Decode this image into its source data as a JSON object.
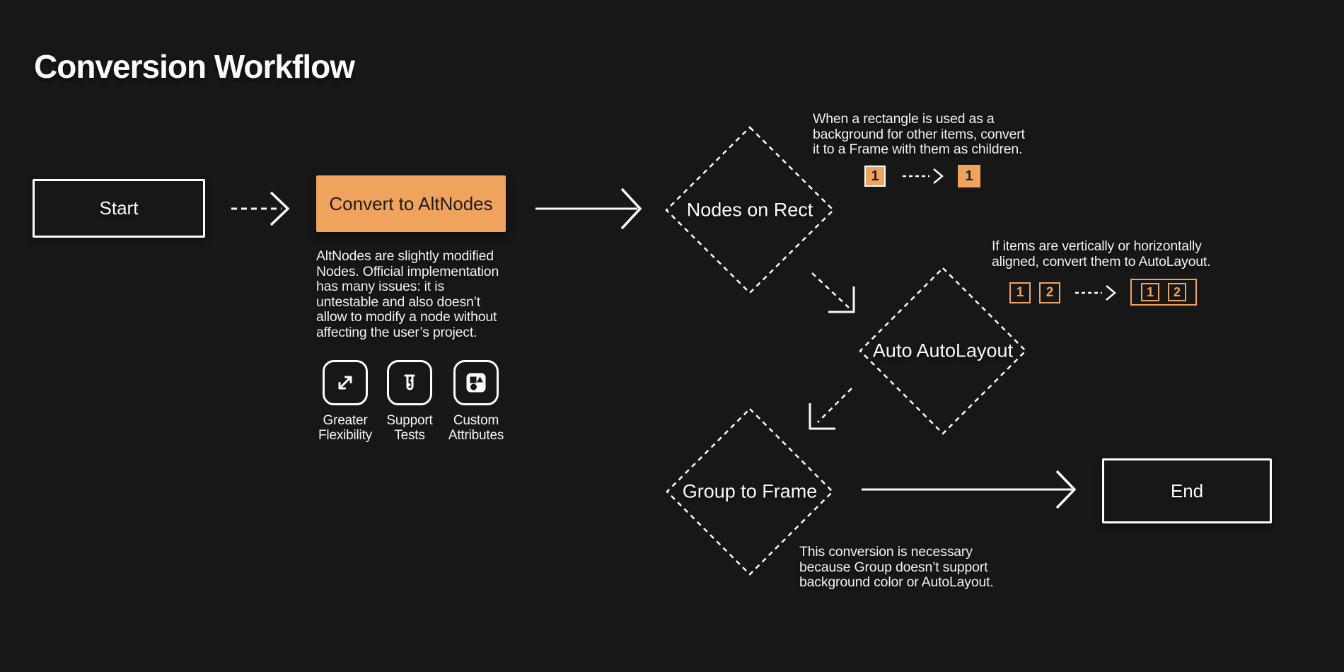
{
  "page": {
    "title": "Conversion Workflow",
    "colors": {
      "background": "#171717",
      "accent_orange": "#F0A35C",
      "text_light": "#F5F5F5",
      "text_dark": "#1D1D1D",
      "stroke_white": "#FAFAFA"
    }
  },
  "nodes": {
    "start": {
      "label": "Start"
    },
    "convert_to_altnodes": {
      "label": "Convert to AltNodes"
    },
    "nodes_on_rect": {
      "label": "Nodes on Rect"
    },
    "auto_autolayout": {
      "label": "Auto AutoLayout"
    },
    "group_to_frame": {
      "label": "Group to Frame"
    },
    "end": {
      "label": "End"
    }
  },
  "annotations": {
    "altnodes_description": "AltNodes are slightly modified\nNodes. Official implementation\nhas many issues: it is\nuntestable and also doesn’t\nallow to modify a node without\naffecting the user’s project.",
    "nodes_on_rect_note": "When a rectangle is used as a\nbackground for other items, convert\nit to a Frame with them as children.",
    "auto_autolayout_note": "If items are vertically or horizontally\naligned, convert them to AutoLayout.",
    "group_to_frame_note": "This conversion is necessary\nbecause Group doesn’t support\nbackground color or AutoLayout."
  },
  "features": [
    {
      "icon": "expand-arrows-icon",
      "label": "Greater\nFlexibility"
    },
    {
      "icon": "test-tube-icon",
      "label": "Support\nTests"
    },
    {
      "icon": "shapes-icon",
      "label": "Custom\nAttributes"
    }
  ],
  "examples": {
    "rect_to_frame": {
      "before": "1",
      "after": "1"
    },
    "autolayout": {
      "items_before": [
        "1",
        "2"
      ],
      "items_after": [
        "1",
        "2"
      ]
    }
  }
}
